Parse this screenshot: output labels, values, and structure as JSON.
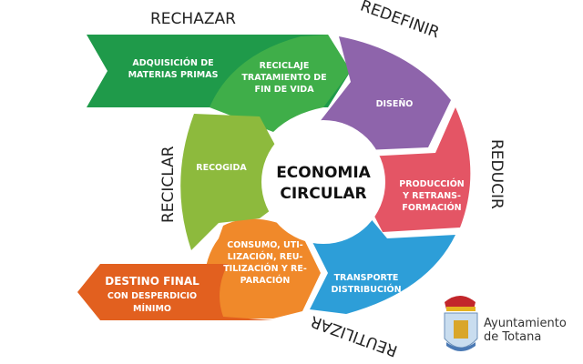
{
  "center": {
    "line1": "ECONOMIA",
    "line2": "CIRCULAR"
  },
  "outer_labels": {
    "rechazar": "RECHAZAR",
    "redefinir": "REDEFINIR",
    "reducir": "REDUCIR",
    "reutilizar": "REUTILIZAR",
    "reciclar": "RECICLAR"
  },
  "segments": {
    "adquisicion": {
      "line1": "ADQUISICIÓN DE",
      "line2": "MATERIAS PRIMAS",
      "color": "#1f9a4a"
    },
    "reciclaje": {
      "line1": "RECICLAJE",
      "line2": "TRATAMIENTO DE",
      "line3": "FIN DE VIDA",
      "color": "#3fae49"
    },
    "diseno": {
      "line1": "DISEÑO",
      "color": "#8e64ab"
    },
    "produccion": {
      "line1": "PRODUCCIÓN",
      "line2": "Y RETRANS-",
      "line3": "FORMACIÓN",
      "color": "#e45565"
    },
    "transporte": {
      "line1": "TRANSPORTE",
      "line2": "DISTRIBUCIÓN",
      "color": "#2d9ed8"
    },
    "consumo": {
      "line1": "CONSUMO, UTI-",
      "line2": "LIZACIÓN, REU-",
      "line3": "TILIZACIÓN Y RE-",
      "line4": "PARACIÓN",
      "color": "#f0892a"
    },
    "destino": {
      "line1": "DESTINO FINAL",
      "line2": "CON DESPERDICIO",
      "line3": "MÍNIMO",
      "color": "#e2601f"
    },
    "recogida": {
      "line1": "RECOGIDA",
      "color": "#8dba3d"
    }
  },
  "logo": {
    "line1": "Ayuntamiento",
    "line2": "de Totana"
  }
}
